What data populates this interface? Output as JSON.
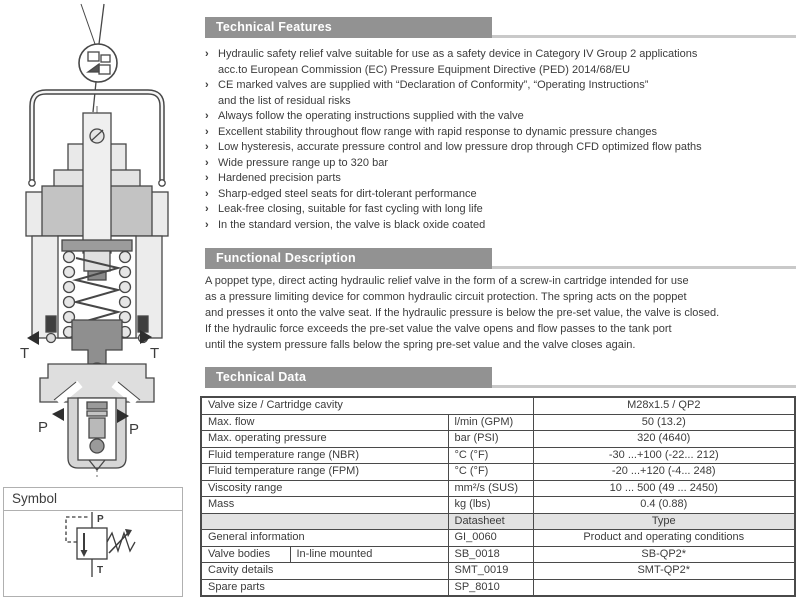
{
  "sections": {
    "technical_features": {
      "title": "Technical Features",
      "bullets": [
        [
          "Hydraulic safety relief valve suitable for use as a safety device in Category IV Group 2 applications",
          "acc.to European Commission (EC) Pressure Equipment Directive (PED) 2014/68/EU"
        ],
        [
          "CE marked valves are supplied with “Declaration of Conformity”, “Operating Instructions”",
          "and the list of residual risks"
        ],
        [
          "Always follow the operating instructions supplied with the valve"
        ],
        [
          "Excellent stability throughout flow range with rapid response to dynamic pressure changes"
        ],
        [
          "Low hysteresis, accurate pressure control and low pressure drop through CFD optimized flow paths"
        ],
        [
          "Wide pressure range up to 320 bar"
        ],
        [
          "Hardened precision parts"
        ],
        [
          "Sharp-edged steel seats for dirt-tolerant performance"
        ],
        [
          "Leak-free closing, suitable for fast cycling with long life"
        ],
        [
          "In the standard version, the valve is black oxide coated"
        ]
      ],
      "bullet_glyph": "›"
    },
    "functional_description": {
      "title": "Functional Description",
      "lines": [
        "A poppet type, direct acting hydraulic relief valve in the form of a screw-in cartridge intended for use",
        "as a pressure limiting device for common hydraulic circuit protection. The spring acts on the poppet",
        "and presses it onto the valve seat. If the hydraulic pressure is below the pre-set value, the valve is closed.",
        "If the hydraulic force exceeds the pre-set value the valve opens and flow passes to the tank port",
        "until the system pressure falls below the spring pre-set value and the valve closes again."
      ]
    },
    "technical_data": {
      "title": "Technical Data"
    }
  },
  "table": {
    "rows": [
      {
        "cells": [
          {
            "t": "Valve size / Cartridge cavity",
            "span": 3
          },
          {
            "t": "M28x1.5 / QP2",
            "align": "center"
          }
        ]
      },
      {
        "cells": [
          {
            "t": "Max. flow",
            "span": 2
          },
          {
            "t": "l/min (GPM)"
          },
          {
            "t": "50 (13.2)",
            "align": "center"
          }
        ]
      },
      {
        "cells": [
          {
            "t": "Max. operating pressure",
            "span": 2
          },
          {
            "t": "bar (PSI)"
          },
          {
            "t": "320 (4640)",
            "align": "center"
          }
        ]
      },
      {
        "cells": [
          {
            "t": "Fluid temperature range (NBR)",
            "span": 2
          },
          {
            "t": "°C (°F)"
          },
          {
            "t": "-30 ...+100 (-22... 212)",
            "align": "center"
          }
        ]
      },
      {
        "cells": [
          {
            "t": "Fluid temperature range (FPM)",
            "span": 2
          },
          {
            "t": "°C (°F)"
          },
          {
            "t": "-20 ...+120 (-4... 248)",
            "align": "center"
          }
        ]
      },
      {
        "cells": [
          {
            "t": "Viscosity range",
            "span": 2
          },
          {
            "t": "mm²/s (SUS)"
          },
          {
            "t": "10 ... 500 (49 ... 2450)",
            "align": "center"
          }
        ]
      },
      {
        "cells": [
          {
            "t": "Mass",
            "span": 2
          },
          {
            "t": "kg (lbs)"
          },
          {
            "t": "0.4 (0.88)",
            "align": "center"
          }
        ]
      },
      {
        "header": true,
        "cells": [
          {
            "t": "",
            "span": 2
          },
          {
            "t": "Datasheet"
          },
          {
            "t": "Type",
            "align": "center"
          }
        ]
      },
      {
        "cells": [
          {
            "t": "General information",
            "span": 2
          },
          {
            "t": "GI_0060"
          },
          {
            "t": "Product and operating conditions",
            "align": "center"
          }
        ]
      },
      {
        "cells": [
          {
            "t": "Valve bodies"
          },
          {
            "t": "In-line mounted"
          },
          {
            "t": "SB_0018"
          },
          {
            "t": "SB-QP2*",
            "align": "center"
          }
        ]
      },
      {
        "cells": [
          {
            "t": "Cavity details",
            "span": 2
          },
          {
            "t": "SMT_0019"
          },
          {
            "t": "SMT-QP2*",
            "align": "center"
          }
        ]
      },
      {
        "cells": [
          {
            "t": "Spare parts",
            "span": 2
          },
          {
            "t": "SP_8010"
          },
          {
            "t": ""
          }
        ]
      }
    ]
  },
  "drawing": {
    "tank_port_label": "T",
    "pressure_port_label": "P"
  },
  "symbol_box": {
    "title": "Symbol",
    "p_label": "P",
    "t_label": "T"
  },
  "colors": {
    "header_bar": "#929292",
    "header_bar_line": "#c9c9c9",
    "header_text": "#ffffff",
    "body_text": "#3c3c3c",
    "table_border": "#4a4a4a",
    "table_subheader_bg": "#e2e2e2",
    "symbol_border": "#b0b0b0"
  }
}
